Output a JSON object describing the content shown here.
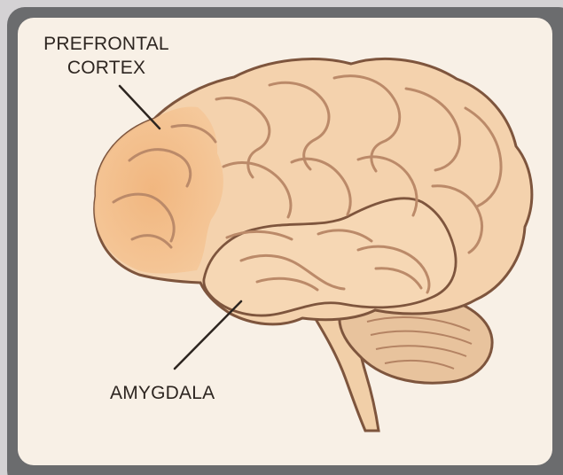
{
  "diagram": {
    "labels": {
      "prefrontal_cortex": {
        "line1": "PREFRONTAL",
        "line2": "CORTEX"
      },
      "amygdala": "AMYGDALA"
    }
  },
  "colors": {
    "page_background": "#d4d2d4",
    "frame": "#6b6c6e",
    "panel_background": "#f8f0e6",
    "brain_fill": "#f4d2ad",
    "prefrontal_highlight": "#efb57f",
    "outline": "#8a5b3f",
    "cerebellum_fill": "#e8c29c"
  }
}
